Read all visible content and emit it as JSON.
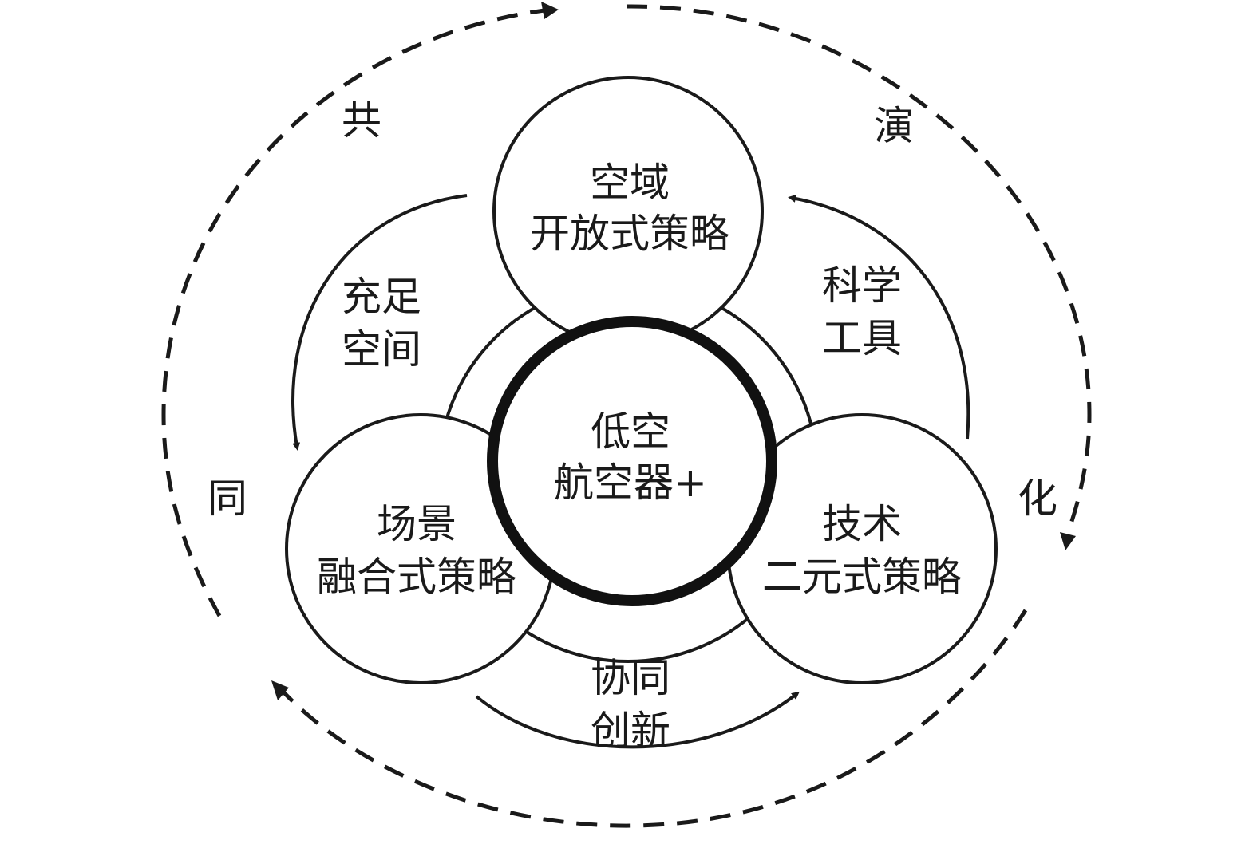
{
  "center": {
    "line1": "低空",
    "line2": "航空器+"
  },
  "top_circle": {
    "line1": "空域",
    "line2": "开放式策略"
  },
  "left_circle": {
    "line1": "场景",
    "line2": "融合式策略"
  },
  "right_circle": {
    "line1": "技术",
    "line2": "二元式策略"
  },
  "arc_left": {
    "line1": "充足",
    "line2": "空间"
  },
  "arc_right": {
    "line1": "科学",
    "line2": "工具"
  },
  "arc_bottom": {
    "line1": "协同",
    "line2": "创新"
  },
  "outer": {
    "c1": "共",
    "c2": "同",
    "c3": "演",
    "c4": "化"
  },
  "colors": {
    "stroke": "#1a1a1a",
    "background": "#ffffff"
  }
}
